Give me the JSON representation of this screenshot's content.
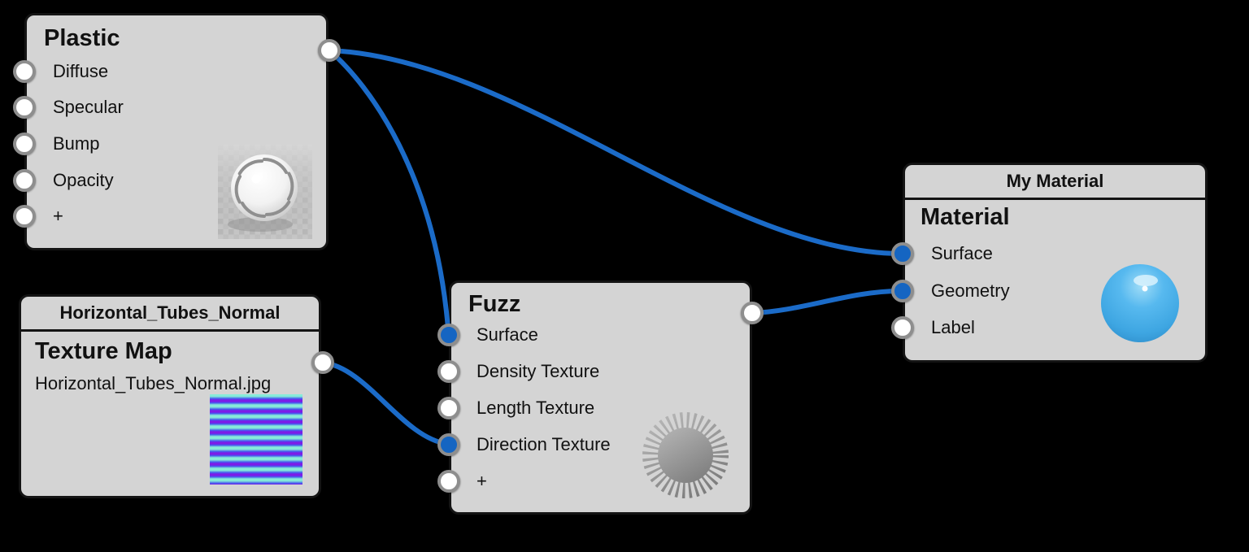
{
  "app": {
    "name": "material-node-graph",
    "background": "#000000"
  },
  "palette": {
    "node_fill": "#d4d4d4",
    "node_border": "#141414",
    "wire_color": "#1b6bc8",
    "port_ring": "#8e8e8e",
    "port_connected_fill": "#1565c2",
    "port_empty_fill": "#ffffff",
    "text_color": "#111111"
  },
  "nodes": [
    {
      "title": "Plastic",
      "inputs": [
        {
          "label": "Diffuse",
          "connected": false
        },
        {
          "label": "Specular",
          "connected": false
        },
        {
          "label": "Bump",
          "connected": false
        },
        {
          "label": "Opacity",
          "connected": false
        },
        {
          "label": "+",
          "connected": false
        }
      ],
      "has_output": true,
      "preview": "white-plastic-sphere-on-checker-floor-thumbnail"
    },
    {
      "header": "Horizontal_Tubes_Normal",
      "title": "Texture Map",
      "filename": "Horizontal_Tubes_Normal.jpg",
      "inputs": [],
      "has_output": true,
      "preview": "cyan-purple-horizontal-stripes-thumbnail"
    },
    {
      "title": "Fuzz",
      "inputs": [
        {
          "label": "Surface",
          "connected": true
        },
        {
          "label": "Density Texture",
          "connected": false
        },
        {
          "label": "Length Texture",
          "connected": false
        },
        {
          "label": "Direction Texture",
          "connected": true
        },
        {
          "label": "+",
          "connected": false
        }
      ],
      "has_output": true,
      "preview": "gray-fuzz-ball-sunburst-thumbnail"
    },
    {
      "header": "My Material",
      "title": "Material",
      "inputs": [
        {
          "label": "Surface",
          "connected": true
        },
        {
          "label": "Geometry",
          "connected": true
        },
        {
          "label": "Label",
          "connected": false
        }
      ],
      "has_output": false,
      "preview": "blue-glossy-sphere-thumbnail"
    }
  ],
  "connections": [
    {
      "from": "Plastic.output",
      "to": "My Material.Surface"
    },
    {
      "from": "Plastic.output",
      "to": "Fuzz.Surface"
    },
    {
      "from": "Texture Map.output",
      "to": "Fuzz.Direction Texture"
    },
    {
      "from": "Fuzz.output",
      "to": "My Material.Geometry"
    }
  ]
}
